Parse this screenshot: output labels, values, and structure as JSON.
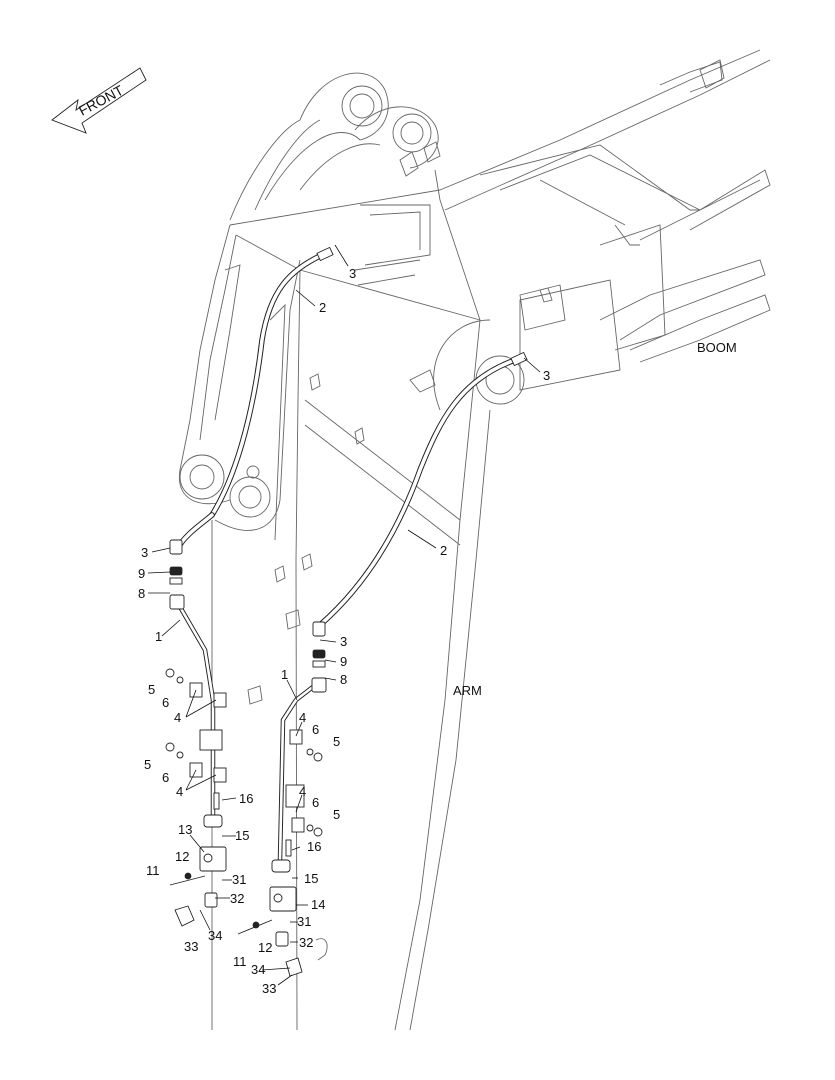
{
  "direction_label": "FRONT",
  "component_labels": {
    "boom": "BOOM",
    "arm": "ARM"
  },
  "callouts": [
    {
      "id": "c3a",
      "text": "3"
    },
    {
      "id": "c2a",
      "text": "2"
    },
    {
      "id": "c3b",
      "text": "3"
    },
    {
      "id": "c2b",
      "text": "2"
    },
    {
      "id": "c3c",
      "text": "3"
    },
    {
      "id": "c9a",
      "text": "9"
    },
    {
      "id": "c8a",
      "text": "8"
    },
    {
      "id": "c1a",
      "text": "1"
    },
    {
      "id": "c5a",
      "text": "5"
    },
    {
      "id": "c6a",
      "text": "6"
    },
    {
      "id": "c4a",
      "text": "4"
    },
    {
      "id": "c5b",
      "text": "5"
    },
    {
      "id": "c6b",
      "text": "6"
    },
    {
      "id": "c4b",
      "text": "4"
    },
    {
      "id": "c16a",
      "text": "16"
    },
    {
      "id": "c13",
      "text": "13"
    },
    {
      "id": "c15a",
      "text": "15"
    },
    {
      "id": "c12a",
      "text": "12"
    },
    {
      "id": "c11a",
      "text": "11"
    },
    {
      "id": "c31a",
      "text": "31"
    },
    {
      "id": "c32a",
      "text": "32"
    },
    {
      "id": "c34a",
      "text": "34"
    },
    {
      "id": "c33a",
      "text": "33"
    },
    {
      "id": "c3d",
      "text": "3"
    },
    {
      "id": "c9b",
      "text": "9"
    },
    {
      "id": "c8b",
      "text": "8"
    },
    {
      "id": "c1b",
      "text": "1"
    },
    {
      "id": "c4c",
      "text": "4"
    },
    {
      "id": "c6c",
      "text": "6"
    },
    {
      "id": "c5c",
      "text": "5"
    },
    {
      "id": "c4d",
      "text": "4"
    },
    {
      "id": "c6d",
      "text": "6"
    },
    {
      "id": "c5d",
      "text": "5"
    },
    {
      "id": "c16b",
      "text": "16"
    },
    {
      "id": "c15b",
      "text": "15"
    },
    {
      "id": "c14",
      "text": "14"
    },
    {
      "id": "c31b",
      "text": "31"
    },
    {
      "id": "c32b",
      "text": "32"
    },
    {
      "id": "c12b",
      "text": "12"
    },
    {
      "id": "c11b",
      "text": "11"
    },
    {
      "id": "c34b",
      "text": "34"
    },
    {
      "id": "c33b",
      "text": "33"
    }
  ]
}
